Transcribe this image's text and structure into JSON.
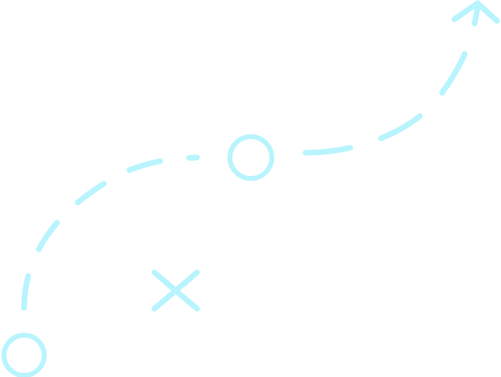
{
  "graphic": {
    "stroke_color": "#B8F4FD",
    "background_color": "#FFFFFF",
    "elements": [
      "start-circle",
      "dashed-path",
      "waypoint-circle",
      "x-mark",
      "arrow-head"
    ]
  }
}
